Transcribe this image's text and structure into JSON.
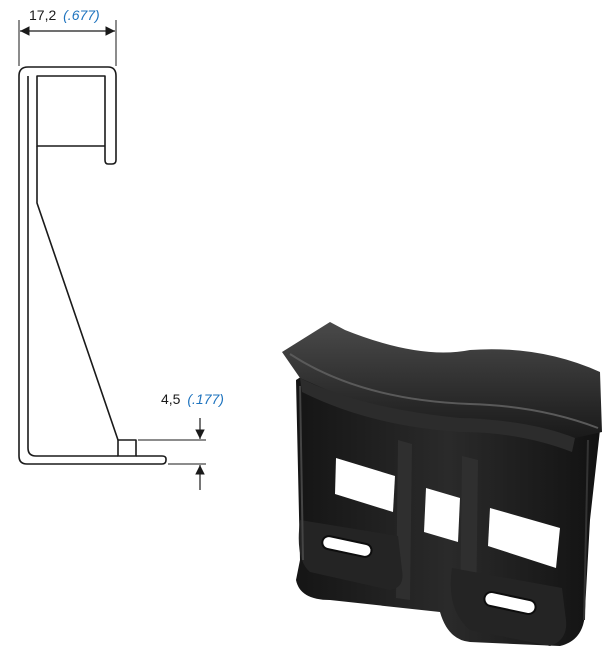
{
  "drawing": {
    "width_dimension": {
      "metric": "17,2",
      "imperial": "(.677)"
    },
    "foot_dimension": {
      "metric": "4,5",
      "imperial": "(.177)"
    }
  },
  "colors": {
    "line": "#1a1a1a",
    "imperial_text": "#1e73be",
    "part_body": "#1c1c1c",
    "part_highlight": "#3a3a3a"
  },
  "icons": {
    "dimension_arrow": "arrow-icon"
  }
}
